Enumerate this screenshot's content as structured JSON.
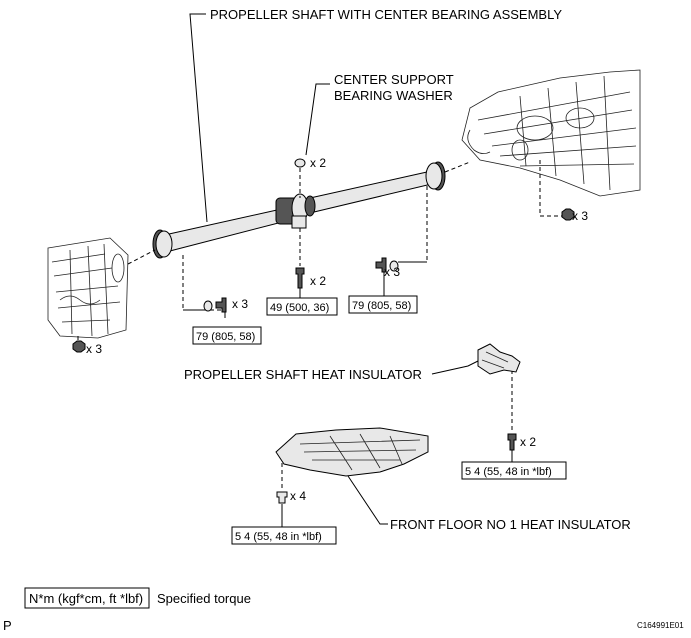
{
  "labels": {
    "propeller_shaft": "PROPELLER SHAFT WITH CENTER BEARING ASSEMBLY",
    "center_washer_1": "CENTER SUPPORT",
    "center_washer_2": "BEARING WASHER",
    "heat_insulator": "PROPELLER SHAFT HEAT INSULATOR",
    "front_floor": "FRONT FLOOR NO  1 HEAT INSULATOR"
  },
  "quantities": {
    "washer_top": "x 2",
    "bolt_center": "x 2",
    "bolt_right": "x 3",
    "nut_right": "x 3",
    "bolt_left": "x 3",
    "nut_left": "x 3",
    "insulator_bolt": "x 2",
    "floor_clip": "x 4"
  },
  "torques": {
    "center": "49 (500, 36)",
    "right": "79 (805, 58)",
    "left": "79 (805, 58)",
    "insulator": "5 4 (55, 48 in *lbf)",
    "floor": "5 4 (55, 48 in *lbf)"
  },
  "legend": {
    "box": "N*m (kgf*cm, ft *lbf)",
    "text": "Specified torque"
  },
  "footer": {
    "page_letter": "P",
    "figure_code": "C164991E01"
  }
}
